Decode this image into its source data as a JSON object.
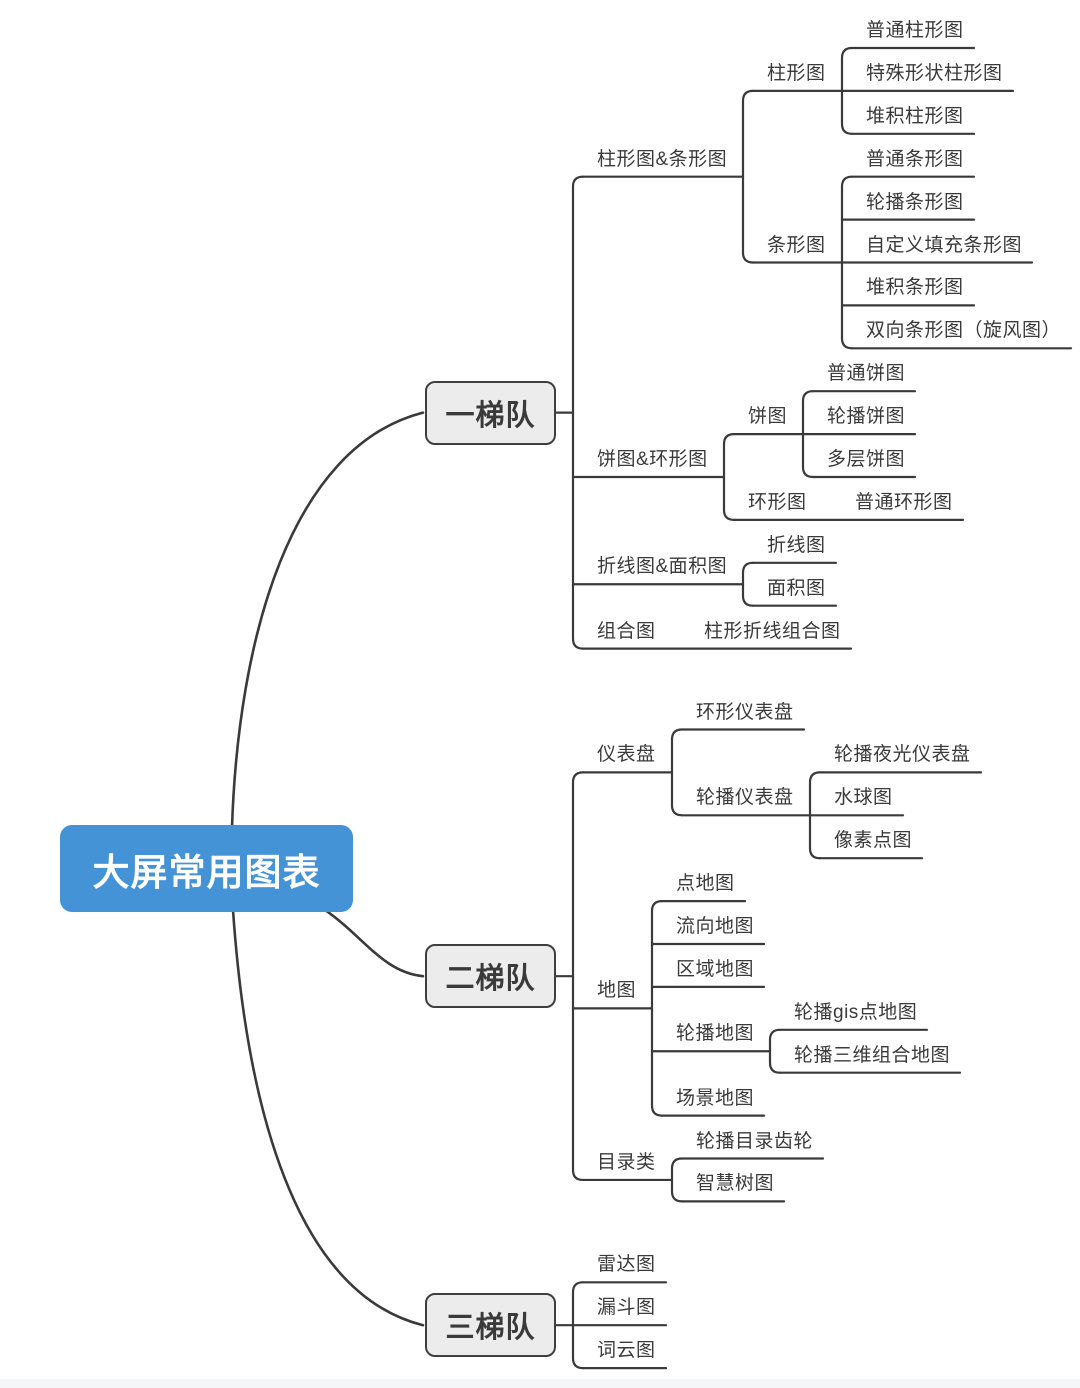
{
  "diagram": {
    "title_node": "大屏常用图表",
    "colors": {
      "root_fill": "#4593d7",
      "root_text": "#ffffff",
      "branch_fill": "#ececec",
      "branch_border": "#3f3f3f",
      "outline": "#3a3a3a",
      "text": "#3a3a3a",
      "background": "#ffffff",
      "footer_strip": "#f4f6f8"
    },
    "tiers": [
      {
        "label": "一梯队",
        "children": [
          {
            "label": "柱形图&条形图",
            "children": [
              {
                "label": "柱形图",
                "children": [
                  {
                    "label": "普通柱形图"
                  },
                  {
                    "label": "特殊形状柱形图"
                  },
                  {
                    "label": "堆积柱形图"
                  }
                ]
              },
              {
                "label": "条形图",
                "children": [
                  {
                    "label": "普通条形图"
                  },
                  {
                    "label": "轮播条形图"
                  },
                  {
                    "label": "自定义填充条形图"
                  },
                  {
                    "label": "堆积条形图"
                  },
                  {
                    "label": "双向条形图（旋风图）"
                  }
                ]
              }
            ]
          },
          {
            "label": "饼图&环形图",
            "children": [
              {
                "label": "饼图",
                "children": [
                  {
                    "label": "普通饼图"
                  },
                  {
                    "label": "轮播饼图"
                  },
                  {
                    "label": "多层饼图"
                  }
                ]
              },
              {
                "label": "环形图",
                "children": [
                  {
                    "label": "普通环形图"
                  }
                ]
              }
            ]
          },
          {
            "label": "折线图&面积图",
            "children": [
              {
                "label": "折线图"
              },
              {
                "label": "面积图"
              }
            ]
          },
          {
            "label": "组合图",
            "children": [
              {
                "label": "柱形折线组合图"
              }
            ]
          }
        ]
      },
      {
        "label": "二梯队",
        "children": [
          {
            "label": "仪表盘",
            "children": [
              {
                "label": "环形仪表盘"
              },
              {
                "label": "轮播仪表盘",
                "children": [
                  {
                    "label": "轮播夜光仪表盘"
                  },
                  {
                    "label": "水球图"
                  },
                  {
                    "label": "像素点图"
                  }
                ]
              }
            ]
          },
          {
            "label": "地图",
            "children": [
              {
                "label": "点地图"
              },
              {
                "label": "流向地图"
              },
              {
                "label": "区域地图"
              },
              {
                "label": "轮播地图",
                "children": [
                  {
                    "label": "轮播gis点地图"
                  },
                  {
                    "label": "轮播三维组合地图"
                  }
                ]
              },
              {
                "label": "场景地图"
              }
            ]
          },
          {
            "label": "目录类",
            "children": [
              {
                "label": "轮播目录齿轮"
              },
              {
                "label": "智慧树图"
              }
            ]
          }
        ]
      },
      {
        "label": "三梯队",
        "children": [
          {
            "label": "雷达图"
          },
          {
            "label": "漏斗图"
          },
          {
            "label": "词云图"
          }
        ]
      }
    ]
  }
}
